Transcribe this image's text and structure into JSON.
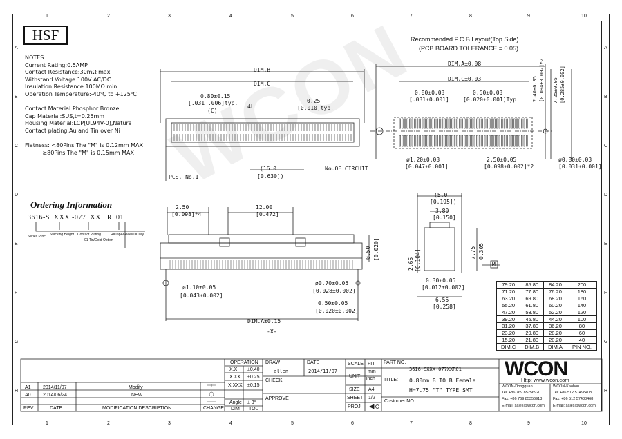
{
  "zone_columns": [
    "1",
    "2",
    "3",
    "4",
    "5",
    "6",
    "7",
    "8",
    "9",
    "10"
  ],
  "zone_rows": [
    "A",
    "B",
    "C",
    "D",
    "E",
    "F",
    "G",
    "H"
  ],
  "logo_text": "HSF",
  "notes": {
    "title": "NOTES:",
    "lines": [
      "Current Rating:0.5AMP",
      "Contact Resistance:30mΩ max",
      "Withstand Voltage:100V AC/DC",
      "Insulation Resistance:100MΩ min",
      "Operation Temperature:-40℃ to +125℃",
      "",
      "Contact Material:Phosphor Bronze",
      "Cap Material:SUS,t=0.25mm",
      "Housing Material:LCP(UL94V-0),Natura",
      "Contact plating:Au and Tin over Ni",
      "",
      "Flatness: <80Pins The \"M\" is 0.12mm MAX",
      "          ≥80Pins The \"M\" is 0.15mm MAX"
    ]
  },
  "ordering": {
    "title": "Ordering Information",
    "part": "3616-S  XXX -077  XX   R  01",
    "legend": [
      "Series Proc.",
      "Stacking Height",
      "Contact Plating",
      "R=Tape&Reel/T=Tray",
      "01 Tin/Gold Option"
    ]
  },
  "pcb": {
    "title": "Recommended P.C.B Layout(Top Side)",
    "tolerance": "(PCB BOARD TOLERANCE = 0.05)",
    "dims": [
      "DIM.A±0.08",
      "DIM.C±0.03",
      "0.80±0.03",
      "[.031±0.001]",
      "0.50±0.03",
      "[0.020±0.001]Typ.",
      "2.40±0.05",
      "[0.094±0.002]*2",
      "7.25±0.05",
      "[0.285±0.002]",
      "ø1.20±0.03",
      "[0.047±0.001]",
      "2.50±0.05",
      "[0.098±0.002]*2",
      "ø0.80±0.03",
      "[0.031±0.001]"
    ]
  },
  "top_view": {
    "dims": [
      "DIM.B",
      "DIM.C",
      "0.80±0.15",
      "[.031  .006]typ.",
      "(C)",
      "0.25",
      "[0.010]typ.",
      "4L",
      "PCS. No.1",
      "(16.0",
      "[0.630])",
      "No.OF CIRCUIT"
    ]
  },
  "front_view": {
    "dims": [
      "2.50",
      "[0.098]*4",
      "12.00",
      "[0.472]",
      "0.50",
      "[0.020]",
      "ø1.10±0.05",
      "[0.043±0.002]",
      "ø0.70±0.05",
      "[0.028±0.002]",
      "0.50±0.05",
      "[0.020±0.002]",
      "DIM.A±0.15",
      "-X-"
    ]
  },
  "side_view": {
    "dims": [
      "(5.0",
      "[0.195])",
      "3.80",
      "[0.150]",
      "7.75",
      "0.305",
      "2.65",
      "[0.104]",
      "0.30±0.05",
      "[0.012±0.002]",
      "6.55",
      "[0.258]",
      "M"
    ]
  },
  "dim_table": {
    "headers": [
      "DIM.C",
      "DIM.B",
      "DIM.A",
      "PIN NO."
    ],
    "rows": [
      [
        "79.20",
        "85.80",
        "84.20",
        "200"
      ],
      [
        "71.20",
        "77.80",
        "76.20",
        "180"
      ],
      [
        "63.20",
        "69.80",
        "68.20",
        "160"
      ],
      [
        "55.20",
        "61.80",
        "60.20",
        "140"
      ],
      [
        "47.20",
        "53.80",
        "52.20",
        "120"
      ],
      [
        "39.20",
        "45.80",
        "44.20",
        "100"
      ],
      [
        "31.20",
        "37.80",
        "36.20",
        "80"
      ],
      [
        "23.20",
        "29.80",
        "28.20",
        "60"
      ],
      [
        "15.20",
        "21.80",
        "20.20",
        "40"
      ]
    ]
  },
  "title_block": {
    "revisions": [
      {
        "rev": "A1",
        "date": "2014/11/07",
        "desc": "Modify"
      },
      {
        "rev": "A0",
        "date": "2014/06/24",
        "desc": "NEW"
      }
    ],
    "rev_headers": {
      "rev": "REV",
      "date": "DATE",
      "desc": "MODIFICATION DESCRIPTION",
      "change": "CHANGE"
    },
    "operation": "OPERATION",
    "tolerances": [
      {
        "k": "X.X",
        "v": "±0.40"
      },
      {
        "k": "X.XX",
        "v": "±0.25"
      },
      {
        "k": "X.XXX",
        "v": "±0.15"
      },
      {
        "k": "Angle",
        "v": "± 3°"
      }
    ],
    "dim_label": "DIM",
    "tol_label": "TOL",
    "draw": "DRAW",
    "draw_by": "allen",
    "check": "CHECK",
    "approve": "APPROVE",
    "date_label": "DATE",
    "date_value": "2014/11/07",
    "scale": "SCALE",
    "scale_value": "FIT",
    "unit": "UNIT",
    "unit_value": "mm",
    "unit_value2": "inch",
    "size": "SIZE",
    "size_value": "A4",
    "sheet": "SHEET",
    "sheet_value": "1/2",
    "proj": "PROJ.",
    "part_no_label": "PART NO.",
    "part_no": "3616-SXXX-077XXR01",
    "title_label": "TITLE:",
    "title_line1": "0.80mm B TO B Female",
    "title_line2": "H=7.75 \"T\" TYPE SMT",
    "customer_no": "Customer NO.",
    "brand": "WCON",
    "site": "Http: www.wcon.com",
    "contact_left": [
      "WCON-Dongguan",
      "Tel: +86 769 85256920",
      "Fax: +86 769 85356913",
      "E-mail: sales@wcon.com"
    ],
    "contact_right": [
      "WCON-Kaohon",
      "Tel: +86 512 57498408",
      "Fax: +86 512 57488468",
      "E-mail: sales@wcon.com"
    ]
  }
}
